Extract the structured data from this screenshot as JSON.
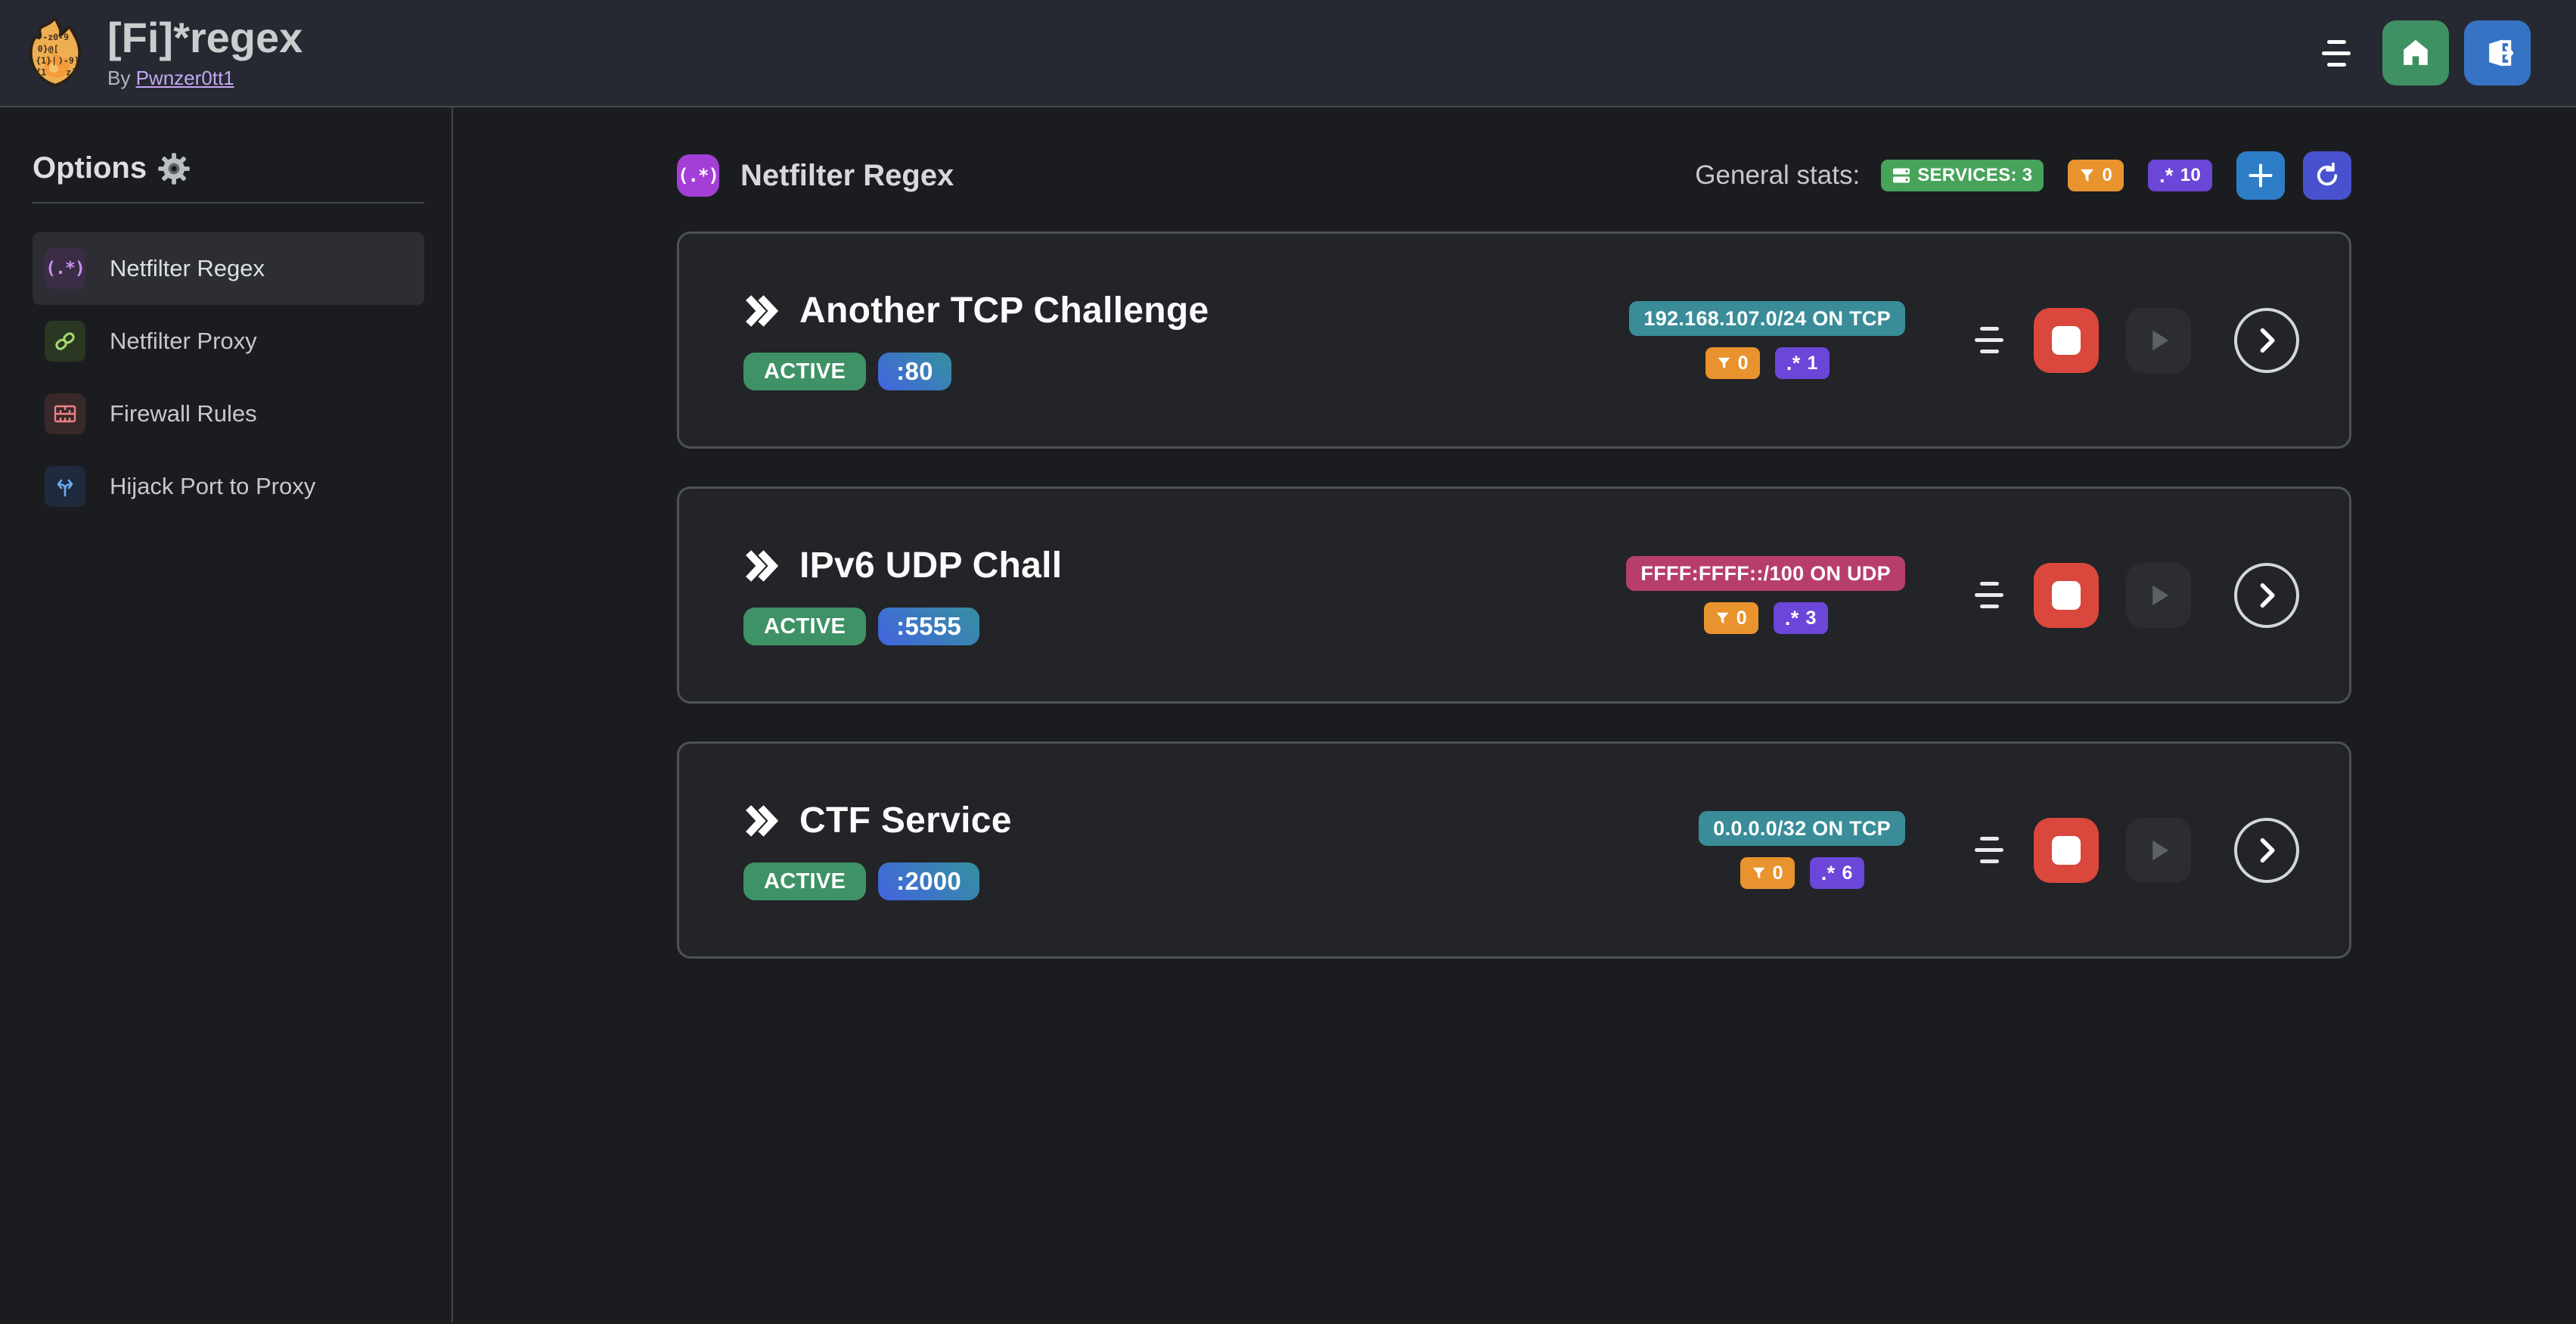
{
  "header": {
    "title": "[Fi]*regex",
    "byline_prefix": "By",
    "byline_link": "Pwnzer0tt1"
  },
  "sidebar": {
    "heading": "Options",
    "items": [
      {
        "label": "Netfilter Regex",
        "icon": "regex-icon",
        "glyph": "(.*)",
        "selected": true
      },
      {
        "label": "Netfilter Proxy",
        "icon": "chain-link-icon",
        "selected": false
      },
      {
        "label": "Firewall Rules",
        "icon": "brick-wall-icon",
        "selected": false
      },
      {
        "label": "Hijack Port to Proxy",
        "icon": "split-arrows-icon",
        "selected": false
      }
    ]
  },
  "main": {
    "section_title": "Netfilter Regex",
    "section_icon_glyph": "(.*)",
    "stats_label": "General stats:",
    "regex_glyph": ".*",
    "stats": {
      "services": "SERVICES: 3",
      "filtered_packets": "0",
      "regexes": "10"
    },
    "services": [
      {
        "title": "Another TCP Challenge",
        "status": "ACTIVE",
        "port": ":80",
        "ip": "192.168.107.0/24 ON TCP",
        "ip_color": "#3a8d98",
        "filtered_packets": "0",
        "regexes": "1"
      },
      {
        "title": "IPv6 UDP Chall",
        "status": "ACTIVE",
        "port": ":5555",
        "ip": "FFFF:FFFF::/100 ON UDP",
        "ip_color": "#b73e6c",
        "filtered_packets": "0",
        "regexes": "3"
      },
      {
        "title": "CTF Service",
        "status": "ACTIVE",
        "port": ":2000",
        "ip": "0.0.0.0/32 ON TCP",
        "ip_color": "#3a8d98",
        "filtered_packets": "0",
        "regexes": "6"
      }
    ]
  },
  "colors": {
    "page_bg": "#1a1c20",
    "header_bg": "#262932",
    "card_bg": "#222428",
    "card_border": "#4e5157",
    "active_green": "#3f9166",
    "services_green": "#47a35a",
    "filter_orange": "#e9932e",
    "regex_violet": "#6b46d8",
    "teal_ip_badge": "#3a8d98",
    "pink_ip_badge": "#b73e6c",
    "stop_red": "#d9473d",
    "home_green": "#3f9164",
    "logout_blue": "#3673c5",
    "plus_blue": "#2e7ec7",
    "refresh_indigo": "#4852cf",
    "port_gradient_from": "#4263e0",
    "port_gradient_to": "#35919f",
    "section_icon_purple": "#a33fd6",
    "byline_link": "#c3a6ef"
  }
}
